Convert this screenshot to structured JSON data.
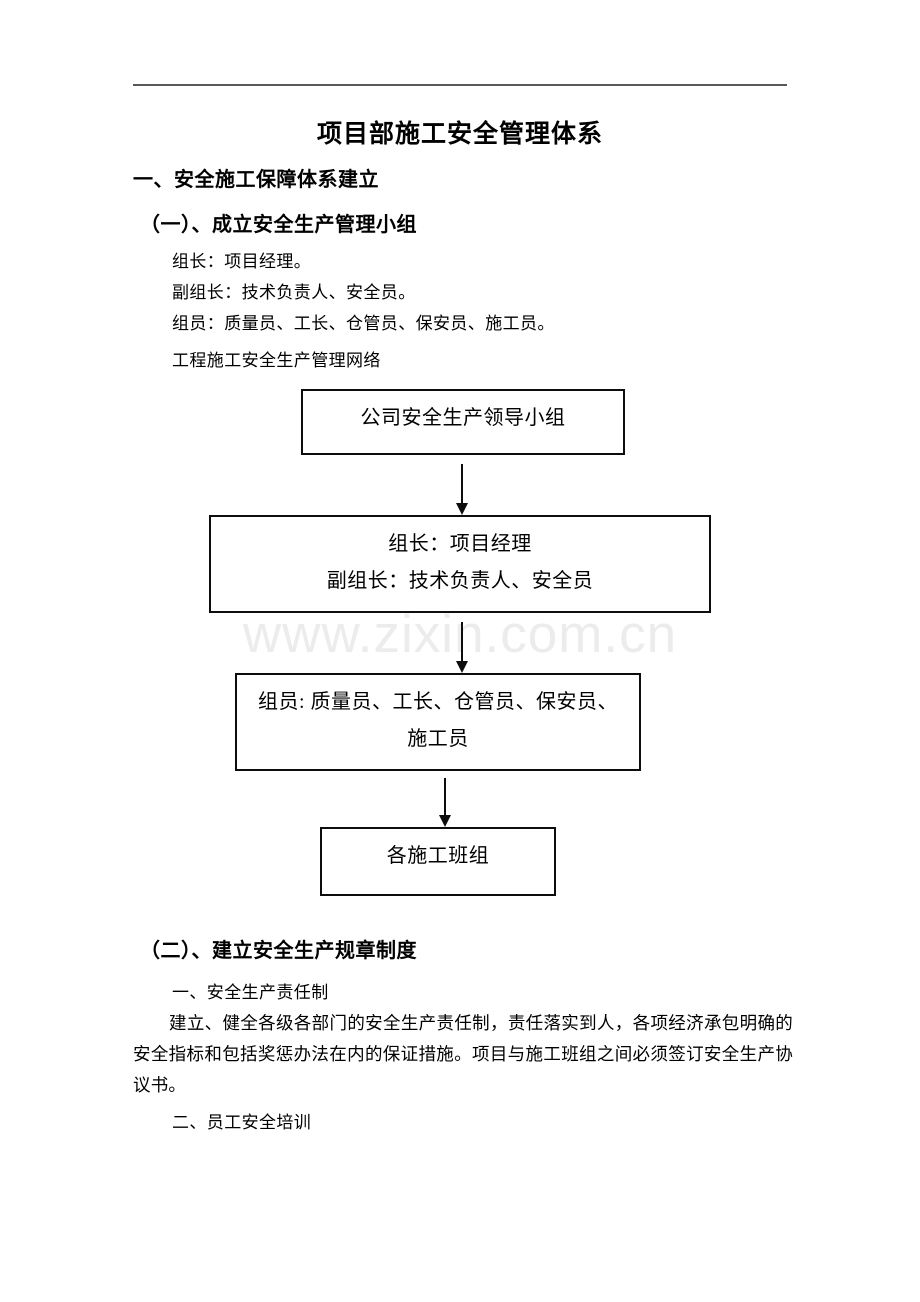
{
  "document": {
    "title": "项目部施工安全管理体系",
    "heading_1": "一、安全施工保障体系建立",
    "section_a_heading": "（一）、成立安全生产管理小组",
    "section_a_lines": [
      "组长：项目经理。",
      "副组长：技术负责人、安全员。",
      "组员：质量员、工长、仓管员、保安员、施工员。",
      "工程施工安全生产管理网络"
    ],
    "section_b_heading": "（二）、建立安全生产规章制度",
    "section_b_item_1": "一、安全生产责任制",
    "section_b_paragraph": "建立、健全各级各部门的安全生产责任制，责任落实到人，各项经济承包明确的安全指标和包括奖惩办法在内的保证措施。项目与施工班组之间必须签订安全生产协议书。",
    "section_b_item_2": "二、员工安全培训",
    "watermark": "www.zixin.com.cn"
  },
  "flowchart": {
    "type": "diagram",
    "orientation": "top-down",
    "nodes": [
      {
        "id": "box1",
        "lines": [
          "公司安全生产领导小组"
        ]
      },
      {
        "id": "box2",
        "lines": [
          "组长：项目经理",
          "副组长：技术负责人、安全员"
        ]
      },
      {
        "id": "box3",
        "lines": [
          "组员: 质量员、工长、仓管员、保安员、施工员"
        ]
      },
      {
        "id": "box4",
        "lines": [
          "各施工班组"
        ]
      }
    ],
    "edges": [
      {
        "from": "box1",
        "to": "box2",
        "style": "arrow-down"
      },
      {
        "from": "box2",
        "to": "box3",
        "style": "arrow-down"
      },
      {
        "from": "box3",
        "to": "box4",
        "style": "arrow-down"
      }
    ]
  },
  "colors": {
    "text": "#000000",
    "rule": "#595959",
    "box_border": "#0d0d0d",
    "watermark": "#ececed",
    "page_background": "#ffffff"
  }
}
